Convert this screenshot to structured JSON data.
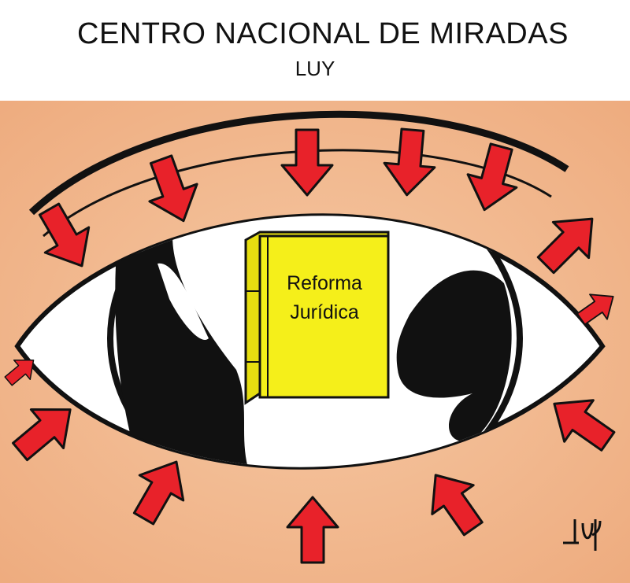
{
  "header": {
    "title": "CENTRO NACIONAL DE MIRADAS",
    "author": "LUY"
  },
  "cartoon": {
    "book_title_line1": "Reforma",
    "book_title_line2": "Jurídica",
    "signature": "Luy",
    "colors": {
      "background": "#f2b88e",
      "arrow": "#e8222a",
      "book": "#f5ef1a",
      "outline": "#111111"
    }
  }
}
